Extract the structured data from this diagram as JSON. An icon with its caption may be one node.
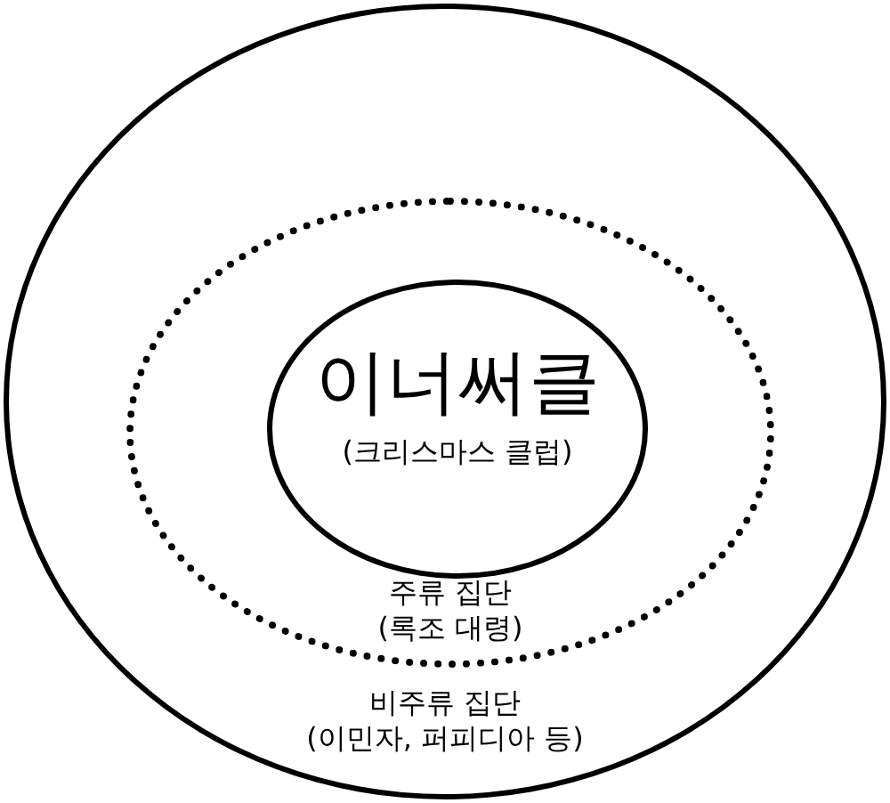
{
  "diagram": {
    "nodes": [
      {
        "text": [
          "비주류 집단",
          "(이민자, 퍼피디아 등)"
        ]
      },
      {
        "text": [
          "주류 집단",
          "(록조 대령)"
        ],
        "in": 0
      },
      {
        "text": [
          "이너써클",
          "(크리스마스 클럽)"
        ],
        "in": 1
      }
    ]
  }
}
